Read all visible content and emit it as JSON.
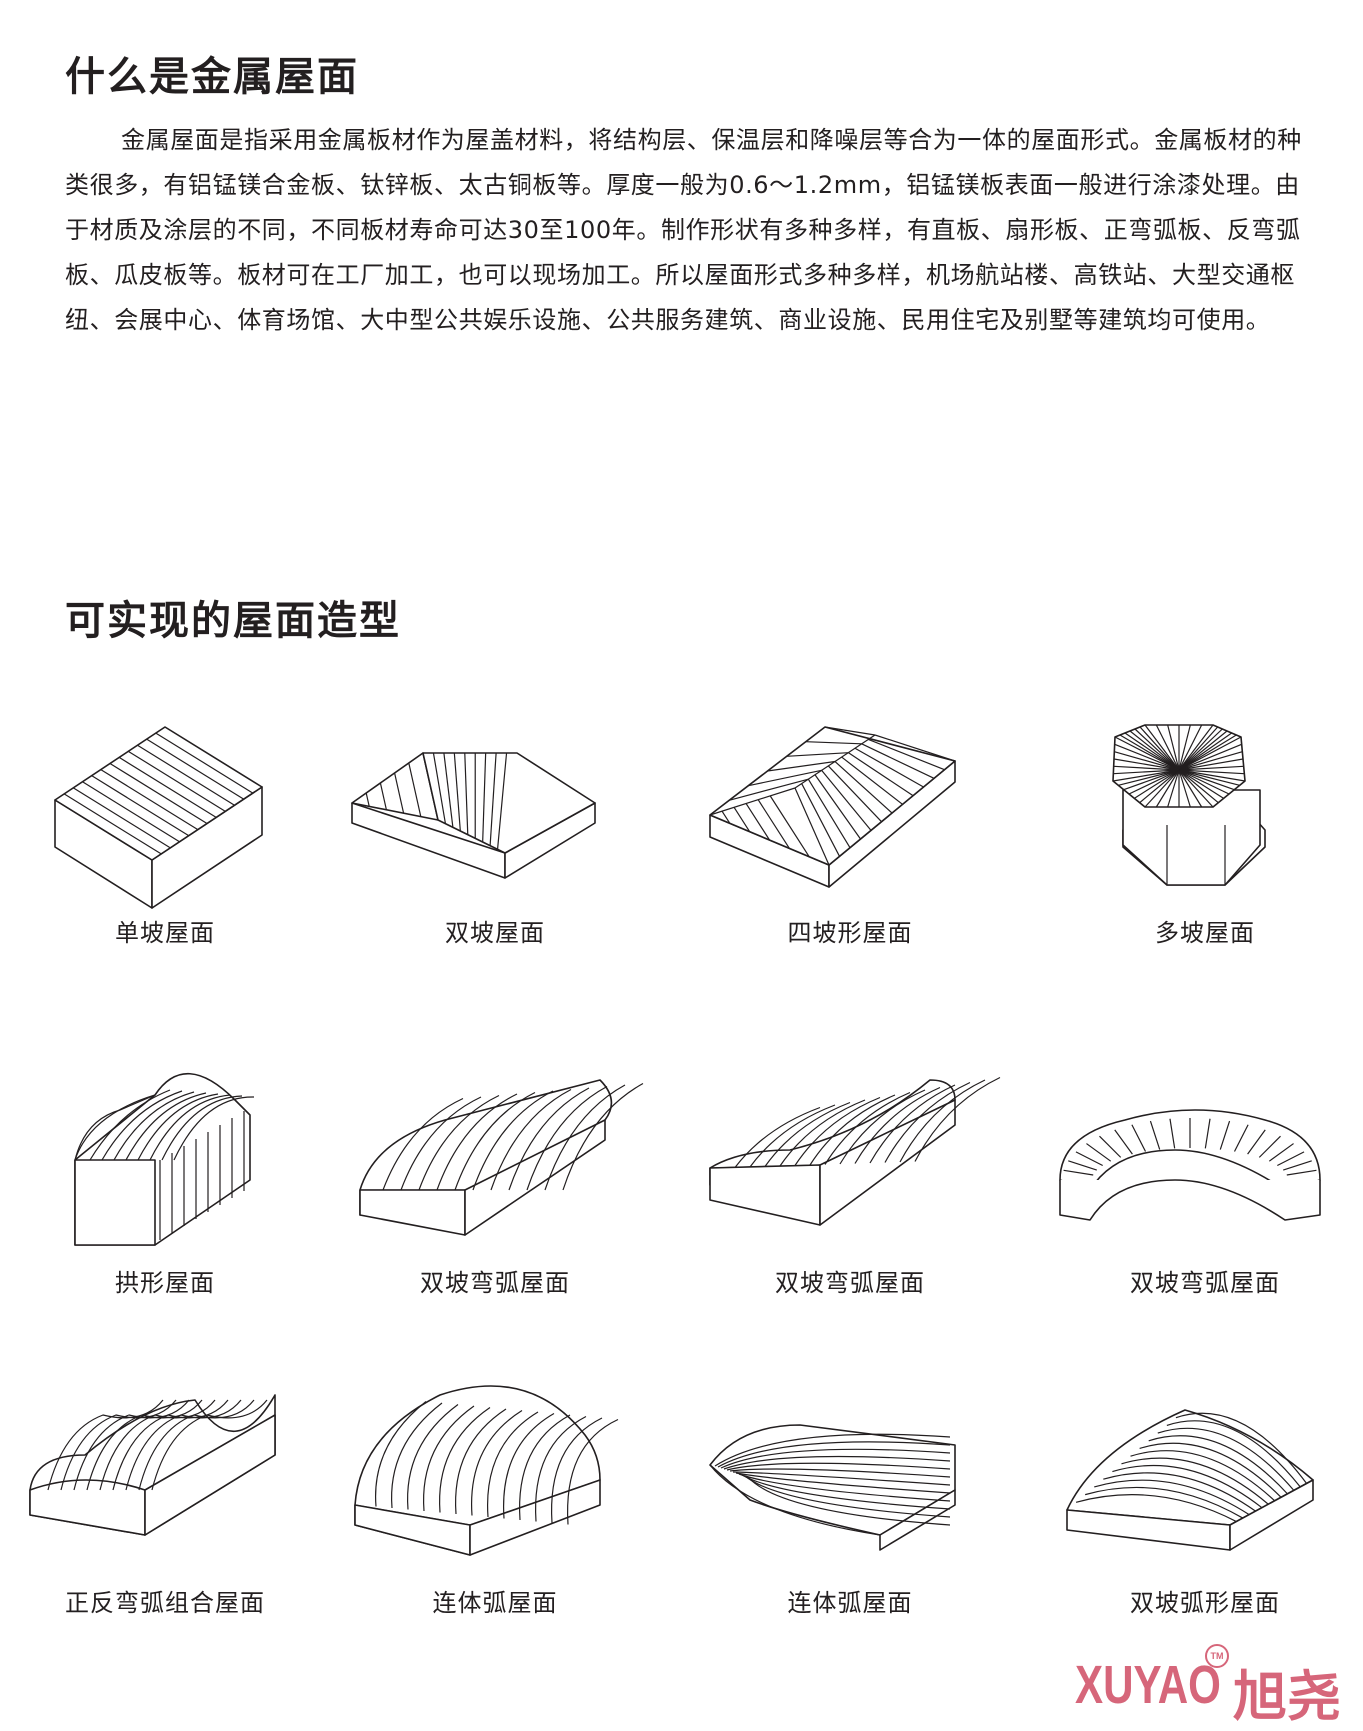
{
  "section1": {
    "title": "什么是金属屋面",
    "paragraph": "金属屋面是指采用金属板材作为屋盖材料，将结构层、保温层和降噪层等合为一体的屋面形式。金属板材的种类很多，有铝锰镁合金板、钛锌板、太古铜板等。厚度一般为0.6～1.2mm，铝锰镁板表面一般进行涂漆处理。由于材质及涂层的不同，不同板材寿命可达30至100年。制作形状有多种多样，有直板、扇形板、正弯弧板、反弯弧板、瓜皮板等。板材可在工厂加工，也可以现场加工。所以屋面形式多种多样，机场航站楼、高铁站、大型交通枢纽、会展中心、体育场馆、大中型公共娱乐设施、公共服务建筑、商业设施、民用住宅及别墅等建筑均可使用。"
  },
  "section2": {
    "title": "可实现的屋面造型",
    "items": [
      {
        "label": "单坡屋面",
        "icon": "mono-pitch-roof-icon"
      },
      {
        "label": "双坡屋面",
        "icon": "gable-roof-icon"
      },
      {
        "label": "四坡形屋面",
        "icon": "hip-roof-icon"
      },
      {
        "label": "多坡屋面",
        "icon": "octagonal-roof-icon"
      },
      {
        "label": "拱形屋面",
        "icon": "arch-roof-icon"
      },
      {
        "label": "双坡弯弧屋面",
        "icon": "curved-gable-roof-icon"
      },
      {
        "label": "双坡弯弧屋面",
        "icon": "saddle-curved-roof-icon"
      },
      {
        "label": "双坡弯弧屋面",
        "icon": "fan-curved-roof-icon"
      },
      {
        "label": "正反弯弧组合屋面",
        "icon": "wave-roof-icon"
      },
      {
        "label": "连体弧屋面",
        "icon": "continuous-arc-roof-icon"
      },
      {
        "label": "连体弧屋面",
        "icon": "twisted-arc-roof-icon"
      },
      {
        "label": "双坡弧形屋面",
        "icon": "barrel-arc-roof-icon"
      }
    ]
  },
  "brand": {
    "latin": "XUYAO",
    "tm": "TM",
    "chinese": "旭尧",
    "color": "#d6667a"
  }
}
